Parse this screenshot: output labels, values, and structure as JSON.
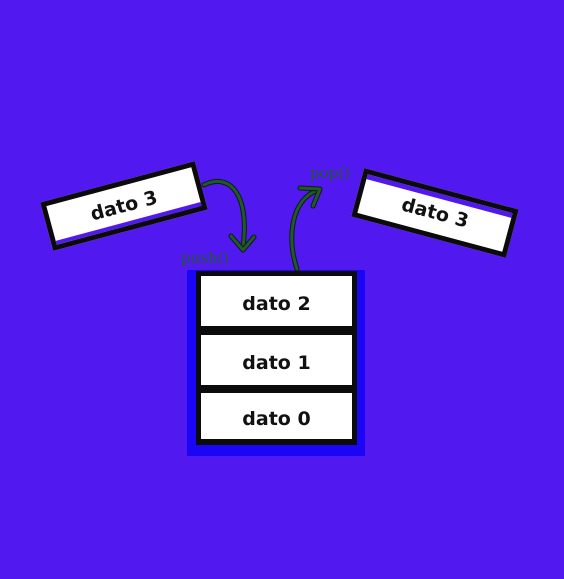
{
  "diagram": {
    "operations": {
      "push_label": "push()",
      "pop_label": "pop()"
    },
    "incoming_item": {
      "label": "dato 3"
    },
    "outgoing_item": {
      "label": "dato 3"
    },
    "stack": {
      "items": [
        {
          "label": "dato 2"
        },
        {
          "label": "dato 1"
        },
        {
          "label": "dato 0"
        }
      ]
    },
    "colors": {
      "background": "#5119f0",
      "stack_frame": "#1a06f5",
      "arrow": "#1f5a2a",
      "box_border": "#0b0b0b",
      "box_fill": "#ffffff"
    }
  }
}
